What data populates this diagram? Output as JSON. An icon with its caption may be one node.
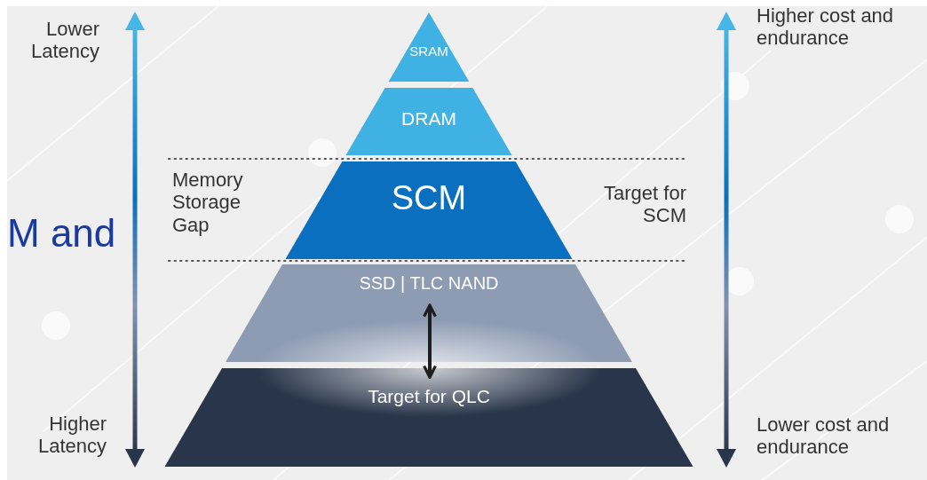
{
  "diagram": {
    "nodes": [
      {
        "text": [
          "SRAM"
        ]
      },
      {
        "text": [
          "DRAM"
        ]
      },
      {
        "text": [
          "SCM"
        ]
      },
      {
        "text": [
          "SSD | TLC NAND"
        ]
      },
      {
        "text": [
          "Target for QLC"
        ]
      }
    ],
    "edges": [
      {
        "from": 3,
        "to": 4,
        "arrow": "both"
      }
    ],
    "labels": [
      "Lower Latency",
      "Higher cost and endurance",
      "Memory Storage Gap",
      "M and",
      "Target for SCM",
      "Higher Latency",
      "Lower cost and endurance"
    ]
  }
}
